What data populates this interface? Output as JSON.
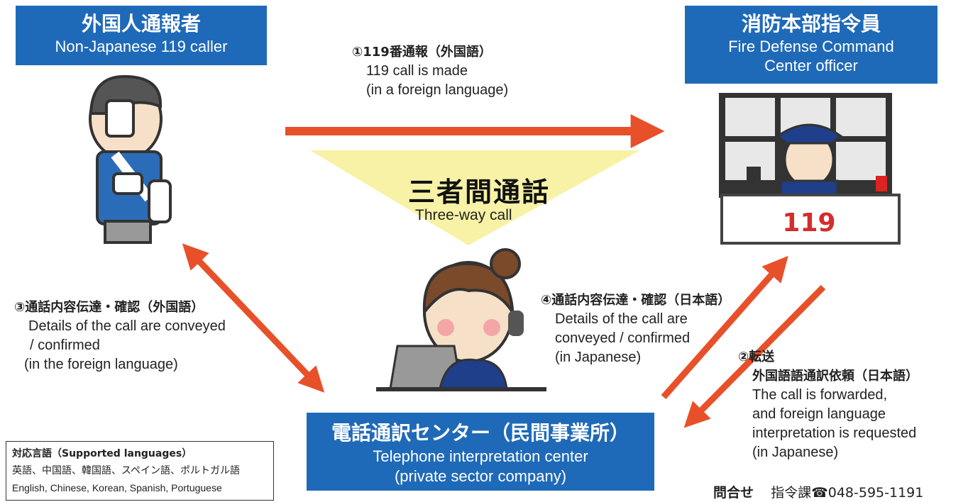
{
  "caller": {
    "title_jp": "外国人通報者",
    "title_en": "Non-Japanese 119 caller"
  },
  "officer": {
    "title_jp": "消防本部指令員",
    "title_en_1": "Fire Defense Command",
    "title_en_2": "Center officer",
    "desk_number": "119"
  },
  "center": {
    "title_jp": "電話通訳センター（民間事業所）",
    "title_en_1": "Telephone interpretation center",
    "title_en_2": "(private sector company)"
  },
  "three_way": {
    "jp": "三者間通話",
    "en": "Three-way call"
  },
  "steps": {
    "s1": {
      "head": "①119番通報（外国語）",
      "en_1": "119 call is made",
      "en_2": "(in a foreign language)"
    },
    "s2": {
      "head_1": "②転送",
      "head_2": "外国語語通訳依頼（日本語）",
      "en_1": "The call is forwarded,",
      "en_2": "and foreign language",
      "en_3": "interpretation is requested",
      "en_4": "(in Japanese)"
    },
    "s3": {
      "head": "③通話内容伝達・確認（外国語）",
      "en_1": "Details of the call are conveyed",
      "en_2": "/ confirmed",
      "en_3": "(in the foreign language)"
    },
    "s4": {
      "head": "④通話内容伝達・確認（日本語）",
      "en_1": "Details of the call are",
      "en_2": "conveyed / confirmed",
      "en_3": "(in Japanese)"
    }
  },
  "languages": {
    "title": "対応言語（Supported languages）",
    "jp": "英語、中国語、韓国語、スペイン語、ポルトガル語",
    "en": "English, Chinese, Korean, Spanish, Portuguese"
  },
  "contact": {
    "label": "問合せ",
    "dept": "指令課",
    "phone": "☎048-595-1191"
  },
  "colors": {
    "box_blue": "#1f6ab8",
    "arrow_orange": "#e8502a",
    "triangle_yellow": "#f7f2a6"
  }
}
